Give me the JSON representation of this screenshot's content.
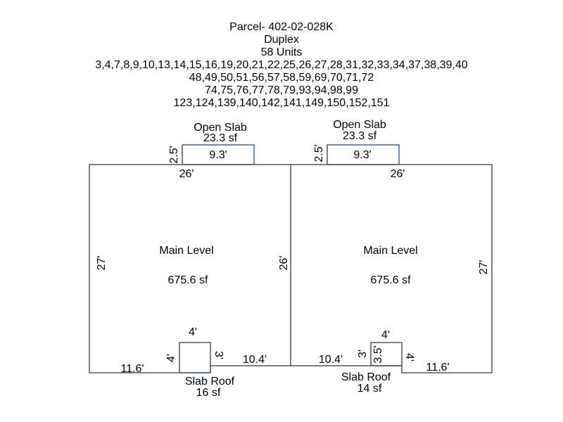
{
  "header": {
    "parcel": "Parcel- 402-02-028K",
    "type": "Duplex",
    "units": "58 Units",
    "unit_lines": [
      "3,4,7,8,9,10,13,14,15,16,19,20,21,22,25,26,27,28,31,32,33,34,37,38,39,40",
      "48,49,50,51,56,57,58,59,69,70,71,72",
      "74,75,76,77,78,79,93,94,98,99",
      "123,124,139,140,142,141,149,150,152,151"
    ]
  },
  "diagram": {
    "left_slab": {
      "label": "Open Slab",
      "area": "23.3 sf",
      "width": "9.3'",
      "depth": "2.5'"
    },
    "right_slab": {
      "label": "Open Slab",
      "area": "23.3 sf",
      "width": "9.3'",
      "depth": "2.5'"
    },
    "left_main": {
      "label": "Main Level",
      "area": "675.6 sf",
      "top": "26'",
      "left": "27'",
      "middle": "26'"
    },
    "right_main": {
      "label": "Main Level",
      "area": "675.6 sf",
      "top": "26'",
      "right": "27'"
    },
    "left_roof": {
      "label": "Slab Roof",
      "area": "16 sf",
      "top": "4'",
      "left": "4'",
      "right": "3'",
      "bottom_left": "11.6'",
      "bottom_right": "10.4'"
    },
    "right_roof": {
      "label": "Slab Roof",
      "area": "14 sf",
      "top": "4'",
      "left": "3'",
      "inner": "3.5'",
      "right": "4'",
      "bottom_left": "10.4'",
      "bottom_right": "11.6'"
    },
    "colors": {
      "line": "#555555",
      "slab_edge": "#3a6ea5"
    }
  }
}
